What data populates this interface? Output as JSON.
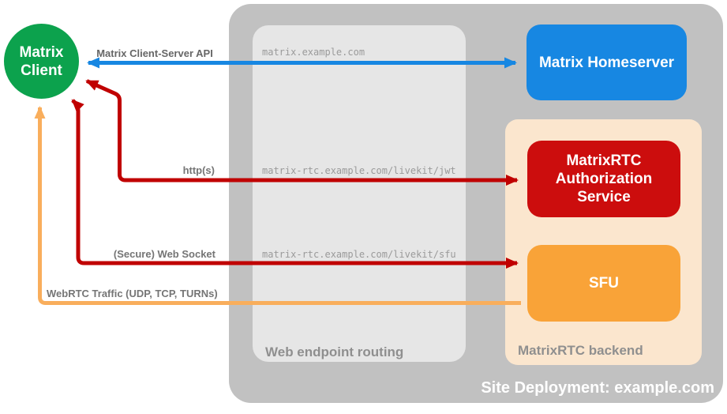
{
  "diagram": {
    "title": "Site Deployment: example.com",
    "client": {
      "label": "Matrix\nClient",
      "color": "#0CA24D"
    },
    "panels": {
      "routing": {
        "label": "Web endpoint routing",
        "color": "#E6E6E6"
      },
      "backend": {
        "label": "MatrixRTC backend",
        "color": "#FBE6CE"
      },
      "site": {
        "color": "#C1C1C1"
      }
    },
    "nodes": {
      "homeserver": {
        "label": "Matrix Homeserver",
        "color": "#1787E2"
      },
      "auth": {
        "label": "MatrixRTC Authorization Service",
        "color": "#CC0D0D"
      },
      "sfu": {
        "label": "SFU",
        "color": "#F9A338"
      }
    },
    "endpoints": [
      "matrix.example.com",
      "matrix-rtc.example.com/livekit/jwt",
      "matrix-rtc.example.com/livekit/sfu"
    ],
    "arrows": [
      {
        "label": "Matrix Client-Server API",
        "color": "#1787E2",
        "from": "Matrix Client",
        "to": "Matrix Homeserver",
        "bidirectional": true
      },
      {
        "label": "http(s)",
        "color": "#C00000",
        "from": "Matrix Client",
        "to": "MatrixRTC Authorization Service",
        "bidirectional": false
      },
      {
        "label": "(Secure) Web Socket",
        "color": "#C00000",
        "from": "Matrix Client",
        "to": "SFU",
        "bidirectional": false
      },
      {
        "label": "WebRTC Traffic (UDP, TCP, TURNs)",
        "color": "#F9AE5C",
        "from": "SFU",
        "to": "Matrix Client",
        "bidirectional": false
      }
    ]
  }
}
